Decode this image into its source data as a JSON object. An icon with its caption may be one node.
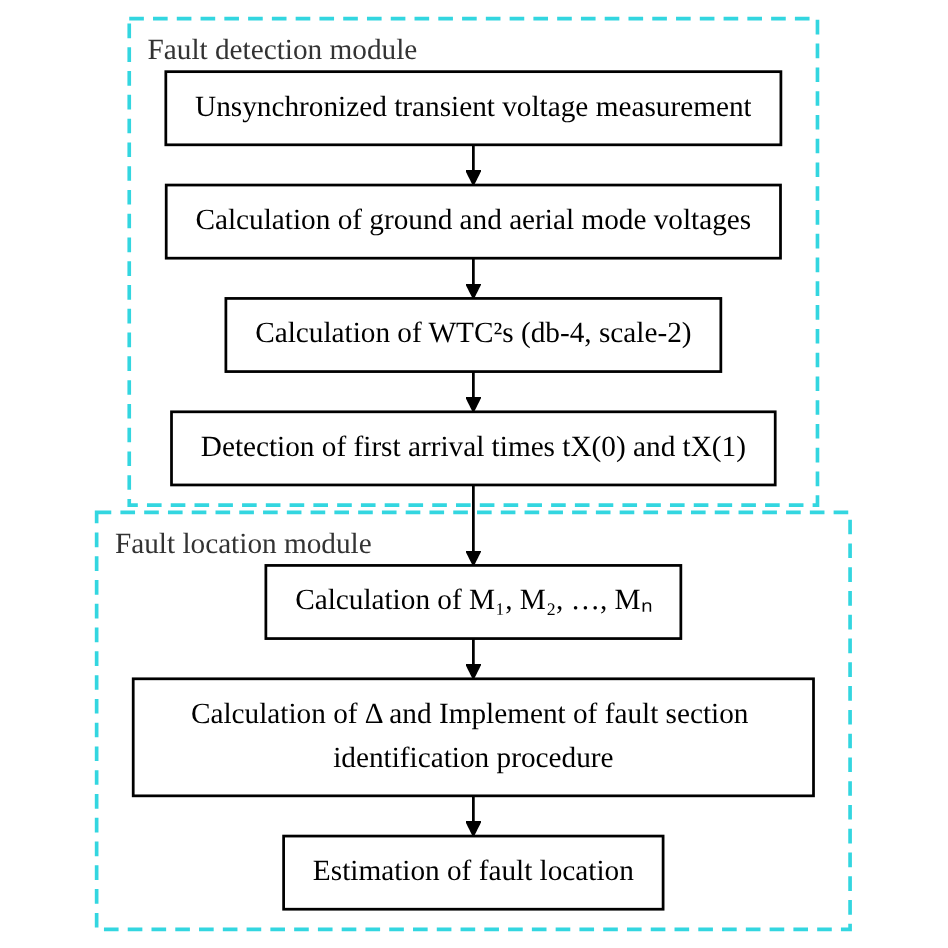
{
  "diagram": {
    "nodes": [
      {
        "text": [
          "Fault detection module"
        ]
      },
      {
        "text": [
          "Unsynchronized transient voltage measurement"
        ],
        "in": 0
      },
      {
        "text": [
          "Calculation of ground and aerial mode voltages"
        ],
        "in": 0
      },
      {
        "text": [
          "Calculation of WTC²s (db-4, scale-2)"
        ],
        "in": 0
      },
      {
        "text": [
          "Detection of first arrival times tX(0) and tX(1)"
        ],
        "in": 0
      },
      {
        "text": [
          "Fault location module"
        ]
      },
      {
        "text": [
          "Calculation of M₁, M₂, …, Mₙ"
        ],
        "in": 5
      },
      {
        "text": [
          "Calculation of Δ and Implement of fault section identification procedure"
        ],
        "in": 5
      },
      {
        "text": [
          "Estimation of fault location"
        ],
        "in": 5
      }
    ],
    "edges": [
      {
        "from": 1,
        "to": 2,
        "arrow": "to"
      },
      {
        "from": 2,
        "to": 3,
        "arrow": "to"
      },
      {
        "from": 3,
        "to": 4,
        "arrow": "to"
      },
      {
        "from": 4,
        "to": 6,
        "arrow": "to"
      },
      {
        "from": 6,
        "to": 7,
        "arrow": "to"
      },
      {
        "from": 7,
        "to": 8,
        "arrow": "to"
      }
    ]
  }
}
